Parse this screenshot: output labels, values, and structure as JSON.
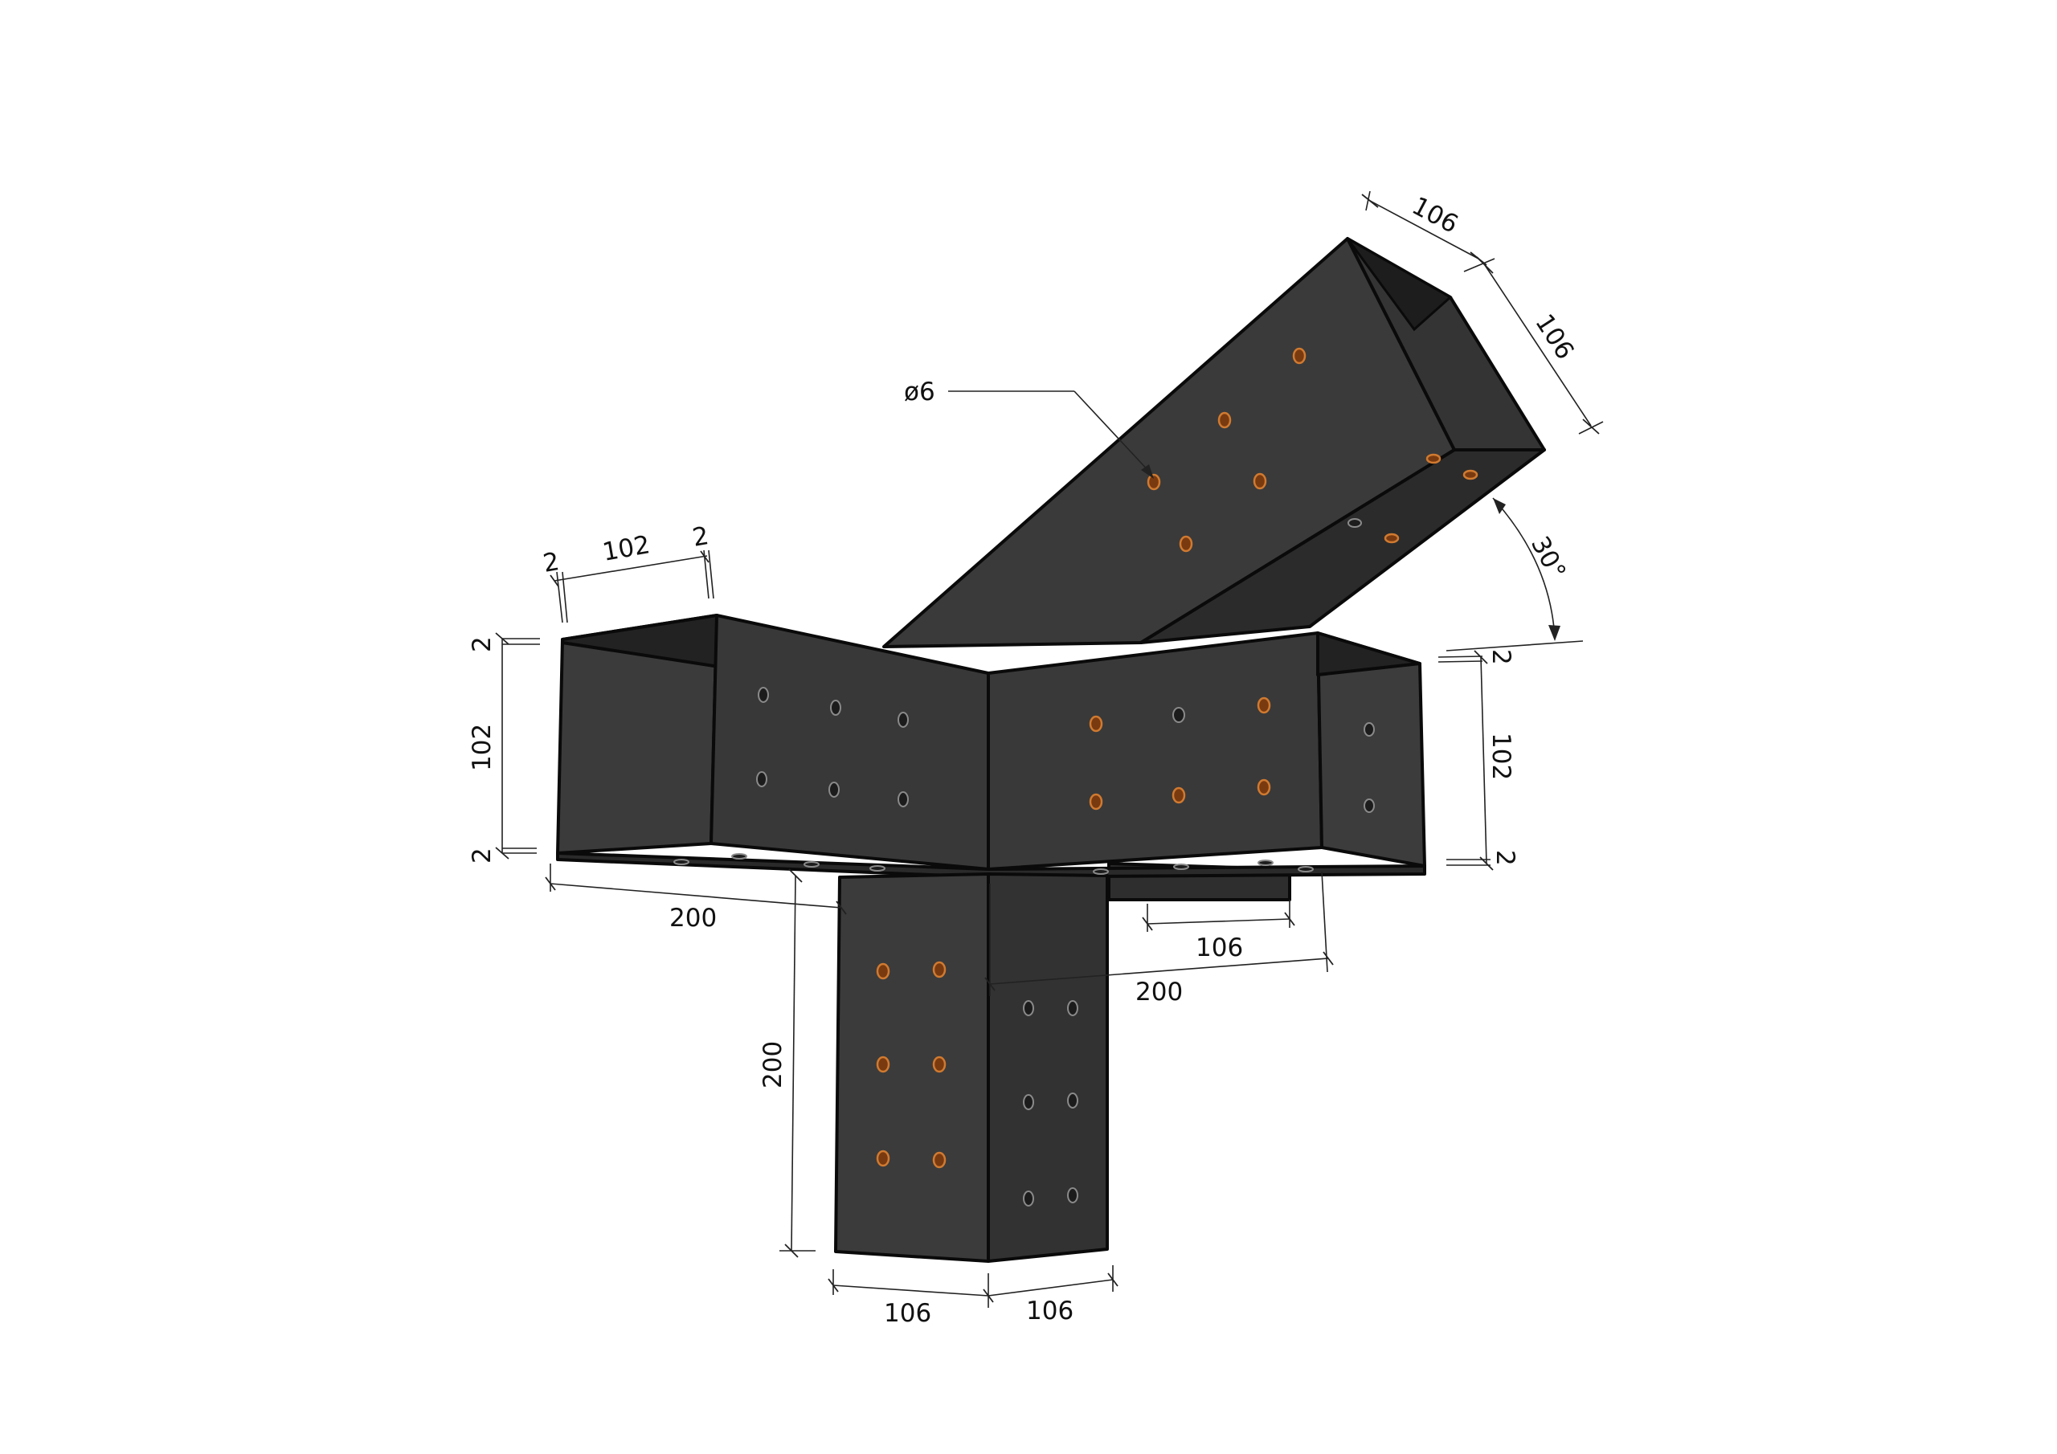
{
  "drawing": {
    "colors": {
      "steel_face_light": "#3d3d3d",
      "steel_face_mid": "#363636",
      "steel_face_dark": "#2a2a2a",
      "edge": "#0a0a0a",
      "hole_copper": "#c8702a"
    },
    "labels": {
      "diameter": "ø6",
      "angle": "30°",
      "top_arm_width": "106",
      "top_arm_depth": "106",
      "left_top_wall_a": "2",
      "left_top_inner": "102",
      "left_top_wall_b": "2",
      "left_height_wall_top": "2",
      "left_height_inner": "102",
      "left_height_wall_bottom": "2",
      "right_height_wall_top": "2",
      "right_height_inner": "102",
      "right_height_wall_bottom": "2",
      "left_arm_length": "200",
      "right_inner_width": "106",
      "right_arm_length": "200",
      "post_height": "200",
      "post_width_a": "106",
      "post_width_b": "106"
    }
  }
}
